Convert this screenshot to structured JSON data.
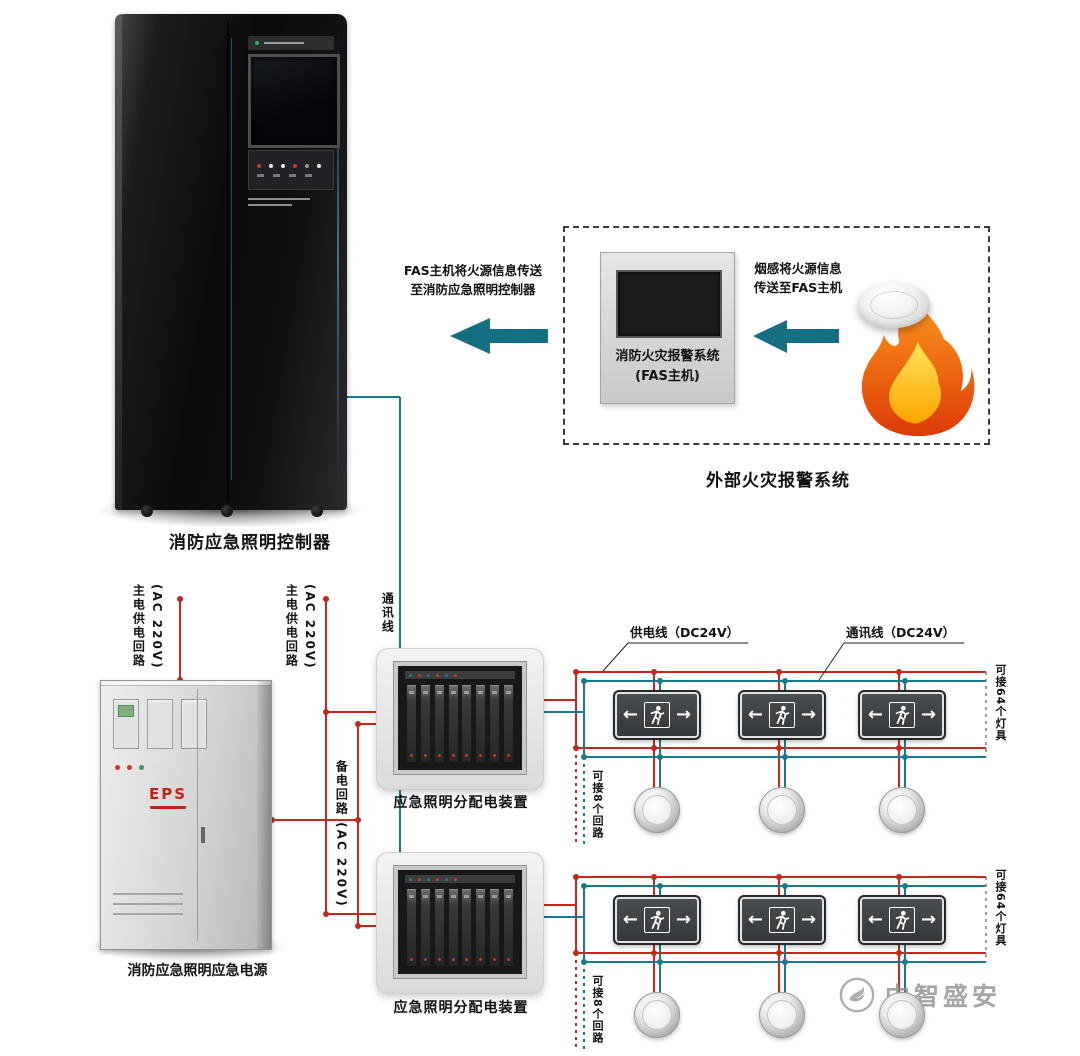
{
  "icons": {
    "arrow_left": "←",
    "arrow_right": "→"
  },
  "controller": {
    "label": "消防应急照明控制器"
  },
  "fas": {
    "arrow1_line1": "FAS主机将火源信息传送",
    "arrow1_line2": "至消防应急照明控制器",
    "arrow2_line1": "烟感将火源信息",
    "arrow2_line2": "传送至FAS主机",
    "host_line1": "消防火灾报警系统",
    "host_line2": "(FAS主机)",
    "box_label": "外部火灾报警系统"
  },
  "eps": {
    "label": "消防应急照明应急电源",
    "panel_text": "EPS"
  },
  "distribution": {
    "label1": "应急照明分配电装置",
    "label2": "应急照明分配电装置"
  },
  "wires": {
    "main1_cn": "主电供电回路",
    "main1_ac": "(AC 220V)",
    "main2_cn": "主电供电回路",
    "main2_ac": "(AC 220V)",
    "backup": "备电回路 (AC 220V)",
    "comm": "通讯线",
    "power_dc": "供电线（DC24V）",
    "comm_dc": "通讯线（DC24V）",
    "circuits8": "可接8个回路",
    "lamps64": "可接64个灯具"
  },
  "watermark": {
    "text": "中智盛安"
  }
}
